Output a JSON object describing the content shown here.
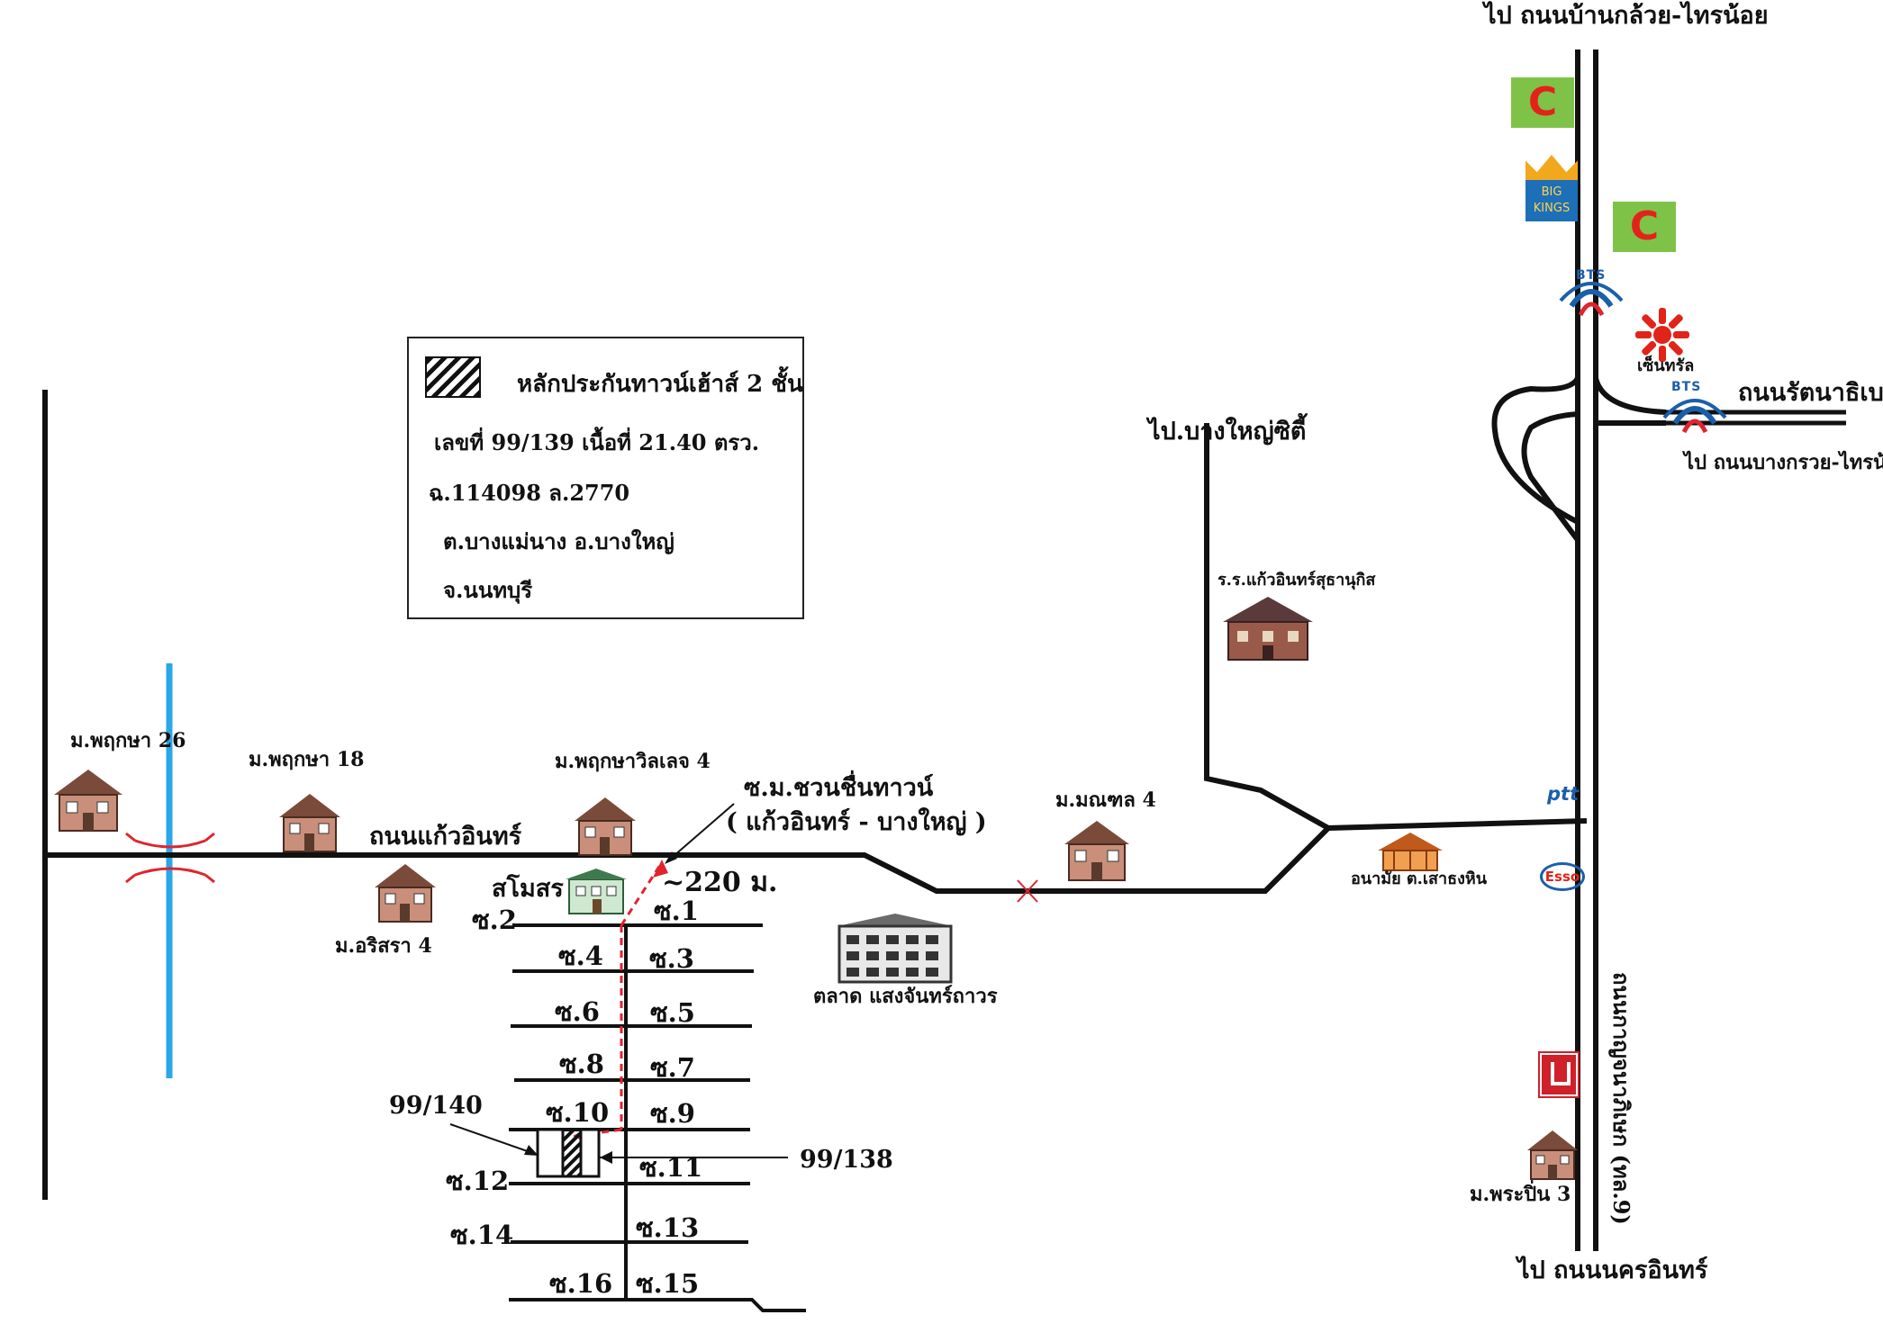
{
  "legend": {
    "title": "หลักประกันทาวน์เฮ้าส์ 2 ชั้น",
    "line1": "เลขที่ 99/139 เนื้อที่ 21.40 ตรว.",
    "line2": "ฉ.114098  ล.2770",
    "line3": "ต.บางแม่นาง  อ.บางใหญ่",
    "line4": "จ.นนทบุรี"
  },
  "roads": {
    "main_road": "ถนนแก้วอินทร์",
    "highway": "ถนนกาญจนาภิเษก (ทล.9)",
    "to_north": "ไป ถนนบ้านกล้วย-ไทรน้อย",
    "to_south": "ไป ถนนนครอินทร์",
    "ratthanathibet": "ถนนรัตนาธิเบศร์",
    "to_bangkruai": "ไป ถนนบางกรวย-ไทรน้อย",
    "to_bangyai_city": "ไป.บางใหญ่ซิตี้",
    "entrance_name": "ซ.ม.ชวนชื่นทาวน์",
    "entrance_sub": "( แก้วอินทร์ - บางใหญ่ )",
    "distance": "~220 ม."
  },
  "places": {
    "m_pruksa26": "ม.พฤกษา 26",
    "m_pruksa18": "ม.พฤกษา 18",
    "m_pruksa_ville4": "ม.พฤกษาวิลเลจ 4",
    "m_arisara4": "ม.อริสรา 4",
    "samosorn": "สโมสร",
    "market": "ตลาด แสงจันทร์ถาวร",
    "m_monthon4": "ม.มณฑล 4",
    "school": "ร.ร.แก้วอินทร์สุธานุกิส",
    "health": "อนามัย ต.เสาธงหิน",
    "central": "เซ็นทรัล",
    "m_praphin3": "ม.พระปิ่น 3",
    "ptt": "ptt",
    "esso": "Esso",
    "bigking_line1": "BIG",
    "bigking_line2": "KINGS",
    "bigc_mark": "C",
    "bts": "BTS"
  },
  "soi_labels": {
    "s1": "ซ.1",
    "s2": "ซ.2",
    "s3": "ซ.3",
    "s4": "ซ.4",
    "s5": "ซ.5",
    "s6": "ซ.6",
    "s7": "ซ.7",
    "s8": "ซ.8",
    "s9": "ซ.9",
    "s10": "ซ.10",
    "s11": "ซ.11",
    "s12": "ซ.12",
    "s13": "ซ.13",
    "s14": "ซ.14",
    "s15": "ซ.15",
    "s16": "ซ.16"
  },
  "plots": {
    "left": "99/140",
    "right": "99/138"
  },
  "colors": {
    "road": "#111111",
    "canal": "#2aa7e8",
    "route": "#e0242e",
    "bigc_bg": "#7fc248",
    "bts_blue": "#1b5faa",
    "central_red": "#e2231a"
  }
}
